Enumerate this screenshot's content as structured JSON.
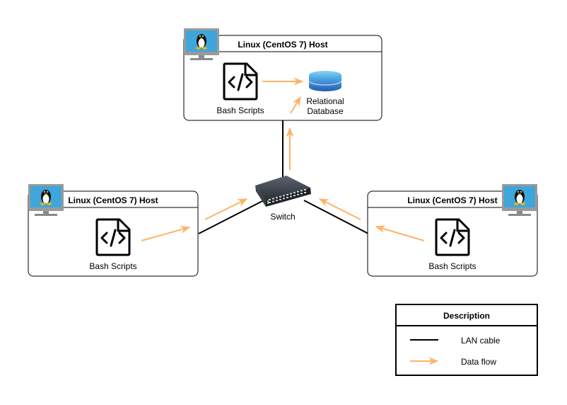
{
  "hosts": {
    "top": {
      "title": "Linux (CentOS 7) Host",
      "script_label": "Bash Scripts",
      "db_label_line1": "Relational",
      "db_label_line2": "Database"
    },
    "left": {
      "title": "Linux (CentOS 7) Host",
      "script_label": "Bash Scripts"
    },
    "right": {
      "title": "Linux (CentOS 7) Host",
      "script_label": "Bash Scripts"
    }
  },
  "switch": {
    "label": "Switch"
  },
  "legend": {
    "title": "Description",
    "items": [
      {
        "label": "LAN cable",
        "style": "line",
        "color": "#000000"
      },
      {
        "label": "Data flow",
        "style": "arrow",
        "color": "#FFB366"
      }
    ]
  },
  "colors": {
    "data_flow": "#FFB366",
    "lan_cable": "#000000",
    "monitor_screen": "#3EA6DA",
    "monitor_frame": "#9A9A9A",
    "database": "#2B72C9"
  }
}
